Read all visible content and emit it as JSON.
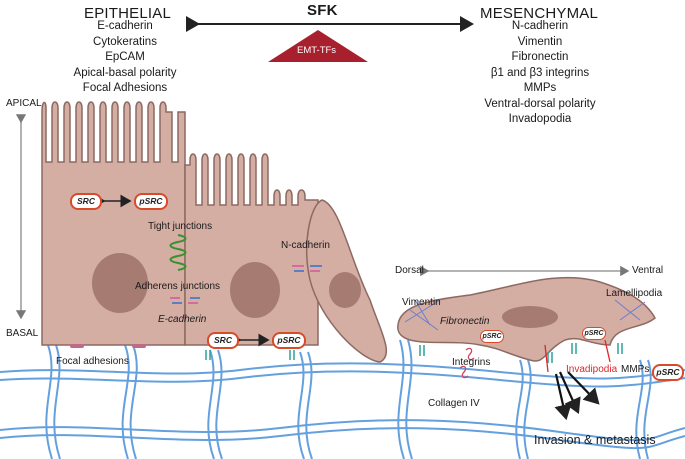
{
  "header": {
    "left_title": "EPITHELIAL",
    "center_title": "SFK",
    "right_title": "MESENCHYMAL",
    "emt_label": "EMT-TFs"
  },
  "epithelial_markers": [
    "E-cadherin",
    "Cytokeratins",
    "EpCAM",
    "Apical-basal polarity",
    "Focal Adhesions"
  ],
  "mesenchymal_markers": [
    "N-cadherin",
    "Vimentin",
    "Fibronectin",
    "β1 and β3 integrins",
    "MMPs",
    "Ventral-dorsal polarity",
    "Invadopodia"
  ],
  "axis": {
    "apical": "APICAL",
    "basal": "BASAL",
    "dorsal": "Dorsal",
    "ventral": "Ventral"
  },
  "labels": {
    "src": "SRC",
    "psrc": "pSRC",
    "tight_junctions": "Tight junctions",
    "adherens_junctions": "Adherens junctions",
    "e_cadherin": "E-cadherin",
    "n_cadherin": "N-cadherin",
    "focal_adhesions": "Focal adhesions",
    "vimentin": "Vimentin",
    "fibronectin": "Fibronectin",
    "integrins": "Integrins",
    "lamellipodia": "Lamellipodia",
    "invadipodia": "Invadipodia",
    "mmps": "MMPs",
    "collagen": "Collagen IV",
    "invasion": "Invasion & metastasis"
  },
  "colors": {
    "cell_fill": "#d4ada3",
    "cell_stroke": "#8c6a62",
    "nucleus": "#a57b72",
    "emt_triangle": "#a81f2e",
    "pill_border": "#d84a2a",
    "collagen": "#4a90d9",
    "invadipodia_text": "#e0252a",
    "tight_junction": "#3c8f2e"
  }
}
